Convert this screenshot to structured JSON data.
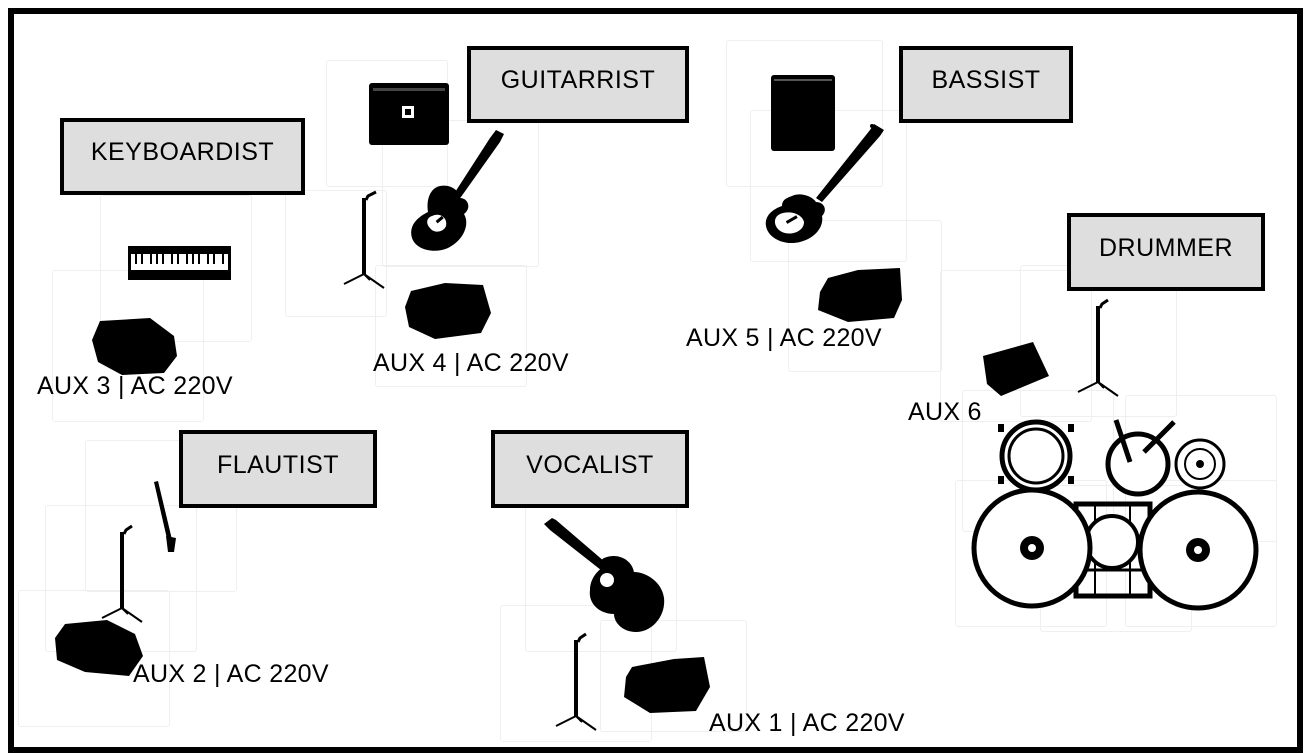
{
  "roles": {
    "guitarrist": "GUITARRIST",
    "bassist": "BASSIST",
    "keyboardist": "KEYBOARDIST",
    "drummer": "DRUMMER",
    "flautist": "FLAUTIST",
    "vocalist": "VOCALIST"
  },
  "aux_labels": {
    "aux1": "AUX 1 | AC 220V",
    "aux2": "AUX 2 | AC 220V",
    "aux3": "AUX 3 | AC 220V",
    "aux4": "AUX 4 | AC 220V",
    "aux5": "AUX 5 | AC 220V",
    "aux6": "AUX 6"
  },
  "colors": {
    "border": "#000000",
    "label_bg": "#dedede",
    "icon": "#000000"
  }
}
